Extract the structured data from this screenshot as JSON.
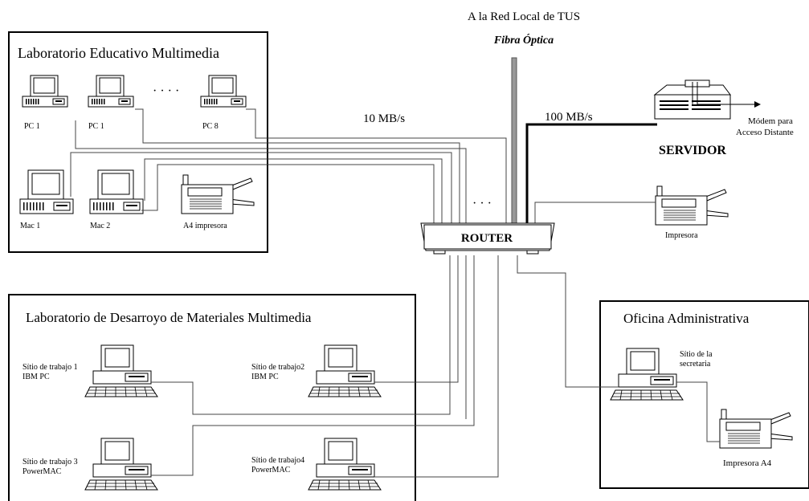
{
  "header": {
    "network_label": "A la Red Local de TUS",
    "fiber_label": "Fibra Óptica"
  },
  "links": {
    "speed_10": "10 MB/s",
    "speed_100": "100 MB/s",
    "ellipsis": "· · ·"
  },
  "router": {
    "label": "ROUTER"
  },
  "server": {
    "label": "SERVIDOR",
    "modem_line1": "Módem  para",
    "modem_line2": "Acceso Distante"
  },
  "printer_right": {
    "label": "Impresora"
  },
  "lab_multimedia": {
    "title": "Laboratorio Educativo Multimedia",
    "pc_a": "PC 1",
    "pc_b": "PC 1",
    "pc_c": "PC 8",
    "dots": "· · · ·",
    "mac_a": "Mac 1",
    "mac_b": "Mac 2",
    "printer": "A4 impresora"
  },
  "lab_materials": {
    "title": "Laboratorio de Desarroyo de Materiales Multimedia",
    "ws1_line1": "Sítio de trabajo 1",
    "ws1_line2": "IBM PC",
    "ws2_line1": "Sítio de trabajo2",
    "ws2_line2": "IBM PC",
    "ws3_line1": "Sítio de trabajo 3",
    "ws3_line2": "PowerMAC",
    "ws4_line1": "Sítio de trabajo4",
    "ws4_line2": "PowerMAC"
  },
  "office": {
    "title": "Oficina Administrativa",
    "sec_line1": "Sítio de la",
    "sec_line2": "secretaria",
    "printer": "Impresora A4"
  }
}
